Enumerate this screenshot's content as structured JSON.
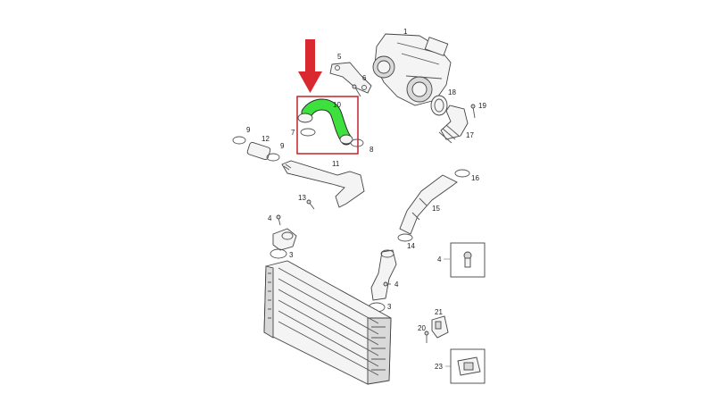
{
  "diagram": {
    "labels": {
      "p1": "1",
      "p5": "5",
      "p6": "6",
      "p18": "18",
      "p19": "19",
      "p17": "17",
      "p10": "10",
      "p7": "7",
      "p8": "8",
      "p9a": "9",
      "p12": "12",
      "p9b": "9",
      "p11": "11",
      "p13": "13",
      "p16": "16",
      "p15": "15",
      "p14": "14",
      "p4a": "4",
      "p3a": "3",
      "p4b": "4",
      "p3b": "3",
      "p4box": "4",
      "p21": "21",
      "p20": "20",
      "p23": "23"
    },
    "colors": {
      "highlight_part": "#3ee03e",
      "highlight_box": "#c8202a",
      "arrow": "#d9282f"
    },
    "highlighted_part": "10"
  }
}
